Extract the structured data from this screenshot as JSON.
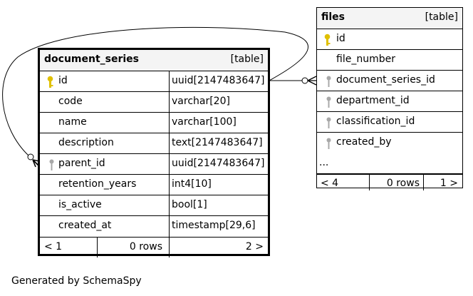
{
  "caption": "Generated by SchemaSpy",
  "icons": {
    "primary_key": "gold-key-icon",
    "foreign_key": "gray-key-icon",
    "one_marker": "hollow-circle-icon",
    "many_marker": "crows-foot-icon"
  },
  "colors": {
    "primary_key": "#e0c000",
    "foreign_key": "#a8a8a8",
    "header_bg": "#f4f4f4"
  },
  "document_series": {
    "name": "document_series",
    "kind": "[table]",
    "columns": [
      {
        "name": "id",
        "type": "uuid[2147483647]",
        "key": "primary"
      },
      {
        "name": "code",
        "type": "varchar[20]"
      },
      {
        "name": "name",
        "type": "varchar[100]"
      },
      {
        "name": "description",
        "type": "text[2147483647]"
      },
      {
        "name": "parent_id",
        "type": "uuid[2147483647]",
        "key": "foreign"
      },
      {
        "name": "retention_years",
        "type": "int4[10]"
      },
      {
        "name": "is_active",
        "type": "bool[1]"
      },
      {
        "name": "created_at",
        "type": "timestamp[29,6]"
      }
    ],
    "footer": {
      "parents": "< 1",
      "rows": "0 rows",
      "children": "2 >"
    }
  },
  "files": {
    "name": "files",
    "kind": "[table]",
    "columns": [
      {
        "name": "id",
        "key": "primary"
      },
      {
        "name": "file_number"
      },
      {
        "name": "document_series_id",
        "key": "foreign"
      },
      {
        "name": "department_id",
        "key": "foreign"
      },
      {
        "name": "classification_id",
        "key": "foreign"
      },
      {
        "name": "created_by",
        "key": "foreign"
      }
    ],
    "more": "...",
    "footer": {
      "parents": "< 4",
      "rows": "0 rows",
      "children": "1 >"
    }
  }
}
